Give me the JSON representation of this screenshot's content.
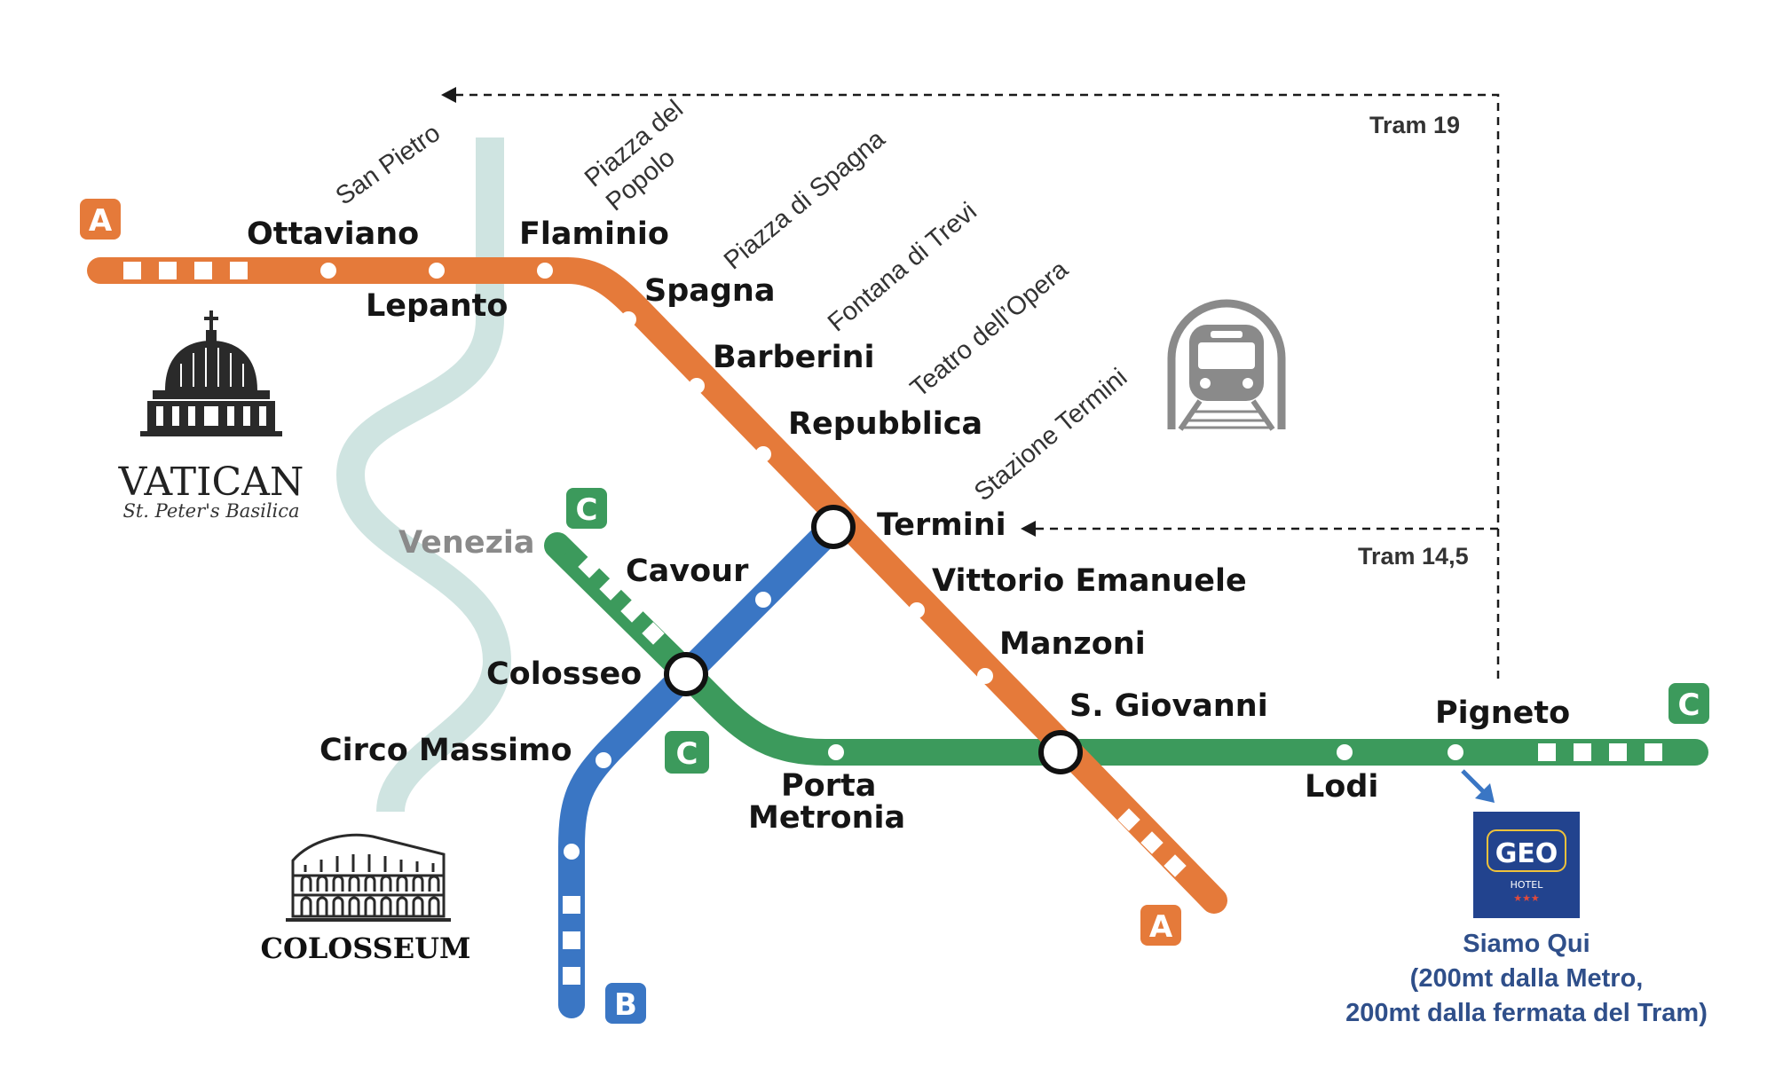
{
  "colors": {
    "line_a": "#e57a3a",
    "line_b": "#3a76c4",
    "line_c": "#3c9a5c",
    "river": "#cfe4e1",
    "hotel_blue": "#22438e",
    "text_blue": "#2f4f8a"
  },
  "lines": {
    "a": {
      "badge_top": "A",
      "badge_bottom": "A"
    },
    "b": {
      "badge": "B"
    },
    "c": {
      "badge_west": "C",
      "badge_mid": "C",
      "badge_east": "C"
    }
  },
  "stations": {
    "ottaviano": "Ottaviano",
    "lepanto": "Lepanto",
    "flaminio": "Flaminio",
    "spagna": "Spagna",
    "barberini": "Barberini",
    "repubblica": "Repubblica",
    "termini": "Termini",
    "vittorio_emanuele": "Vittorio Emanuele",
    "manzoni": "Manzoni",
    "s_giovanni": "S. Giovanni",
    "venezia": "Venezia",
    "cavour": "Cavour",
    "colosseo": "Colosseo",
    "circo_massimo": "Circo Massimo",
    "porta": "Porta",
    "metronia": "Metronia",
    "lodi": "Lodi",
    "pigneto": "Pigneto"
  },
  "landmarks": {
    "san_pietro": "San Pietro",
    "piazza_del": "Piazza del",
    "popolo": "Popolo",
    "piazza_di_spagna": "Piazza di Spagna",
    "fontana_di_trevi": "Fontana di Trevi",
    "teatro_opera": "Teatro dell’Opera",
    "stazione_termini": "Stazione Termini"
  },
  "trams": {
    "tram19": "Tram 19",
    "tram145": "Tram 14,5"
  },
  "vatican": {
    "title": "VATICAN",
    "subtitle": "St. Peter's Basilica"
  },
  "colosseum": {
    "title": "COLOSSEUM"
  },
  "hotel": {
    "logo_text": "GEO",
    "logo_sub": "HOTEL",
    "logo_stars": "★★★",
    "line1": "Siamo Qui",
    "line2": "(200mt dalla Metro,",
    "line3": "200mt dalla fermata del Tram)"
  },
  "icons": {
    "train": "train-tunnel-icon",
    "vatican": "basilica-icon",
    "colosseum": "colosseum-icon",
    "arrow": "arrow-down-right-icon"
  }
}
